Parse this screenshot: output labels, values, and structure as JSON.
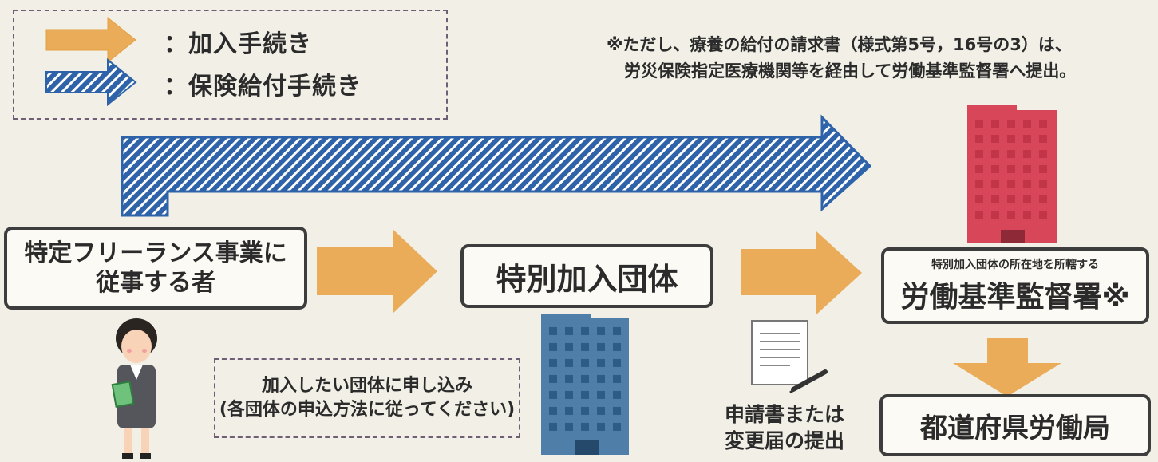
{
  "legend": {
    "enrollment_label": "：加入手続き",
    "benefit_label": "：保険給付手続き"
  },
  "note": {
    "line1": "※ただし、療養の給付の請求書（様式第5号，16号の3）は、",
    "line2": "労災保険指定医療機関等を経由して労働基準監督署へ提出。"
  },
  "nodes": {
    "freelancer_line1": "特定フリーランス事業に",
    "freelancer_line2": "従事する者",
    "special_group": "特別加入団体",
    "labor_office_sub": "特別加入団体の所在地を所轄する",
    "labor_office": "労働基準監督署※",
    "prefectural_bureau": "都道府県労働局"
  },
  "captions": {
    "apply_line1": "加入したい団体に申し込み",
    "apply_line2": "(各団体の申込方法に従ってください)",
    "submit_line1": "申請書または",
    "submit_line2": "変更届の提出"
  },
  "colors": {
    "enrollment_arrow": "#eaac58",
    "benefit_arrow": "#2f63a9",
    "office_building": "#d84759",
    "group_building": "#4f7fa8",
    "box_border": "#3d3d3d"
  }
}
